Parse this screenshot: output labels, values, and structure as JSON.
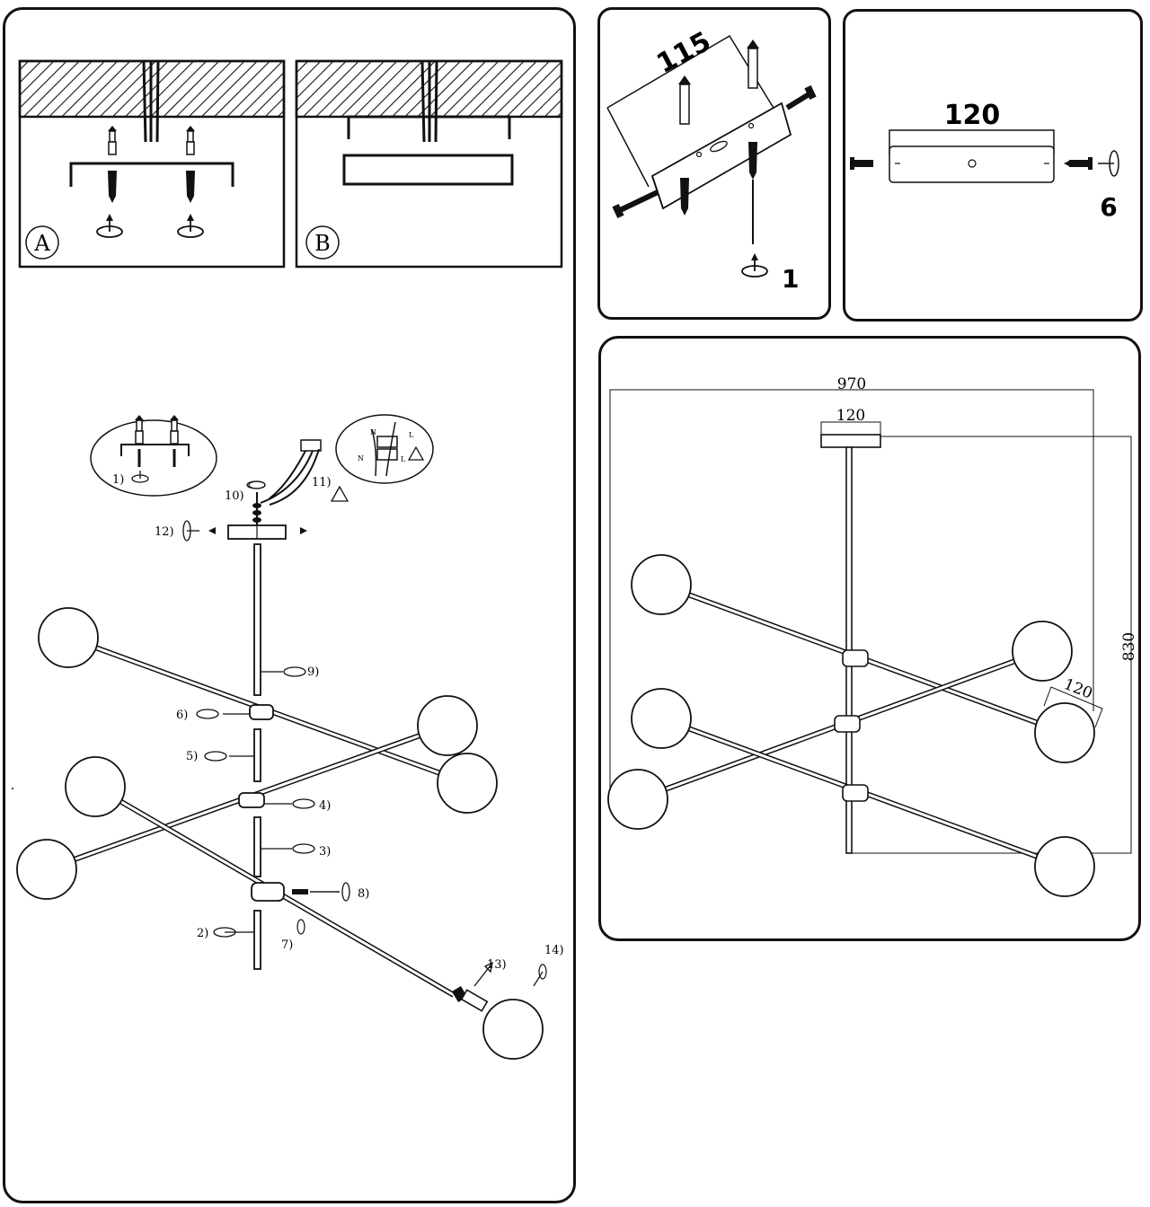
{
  "mounting": {
    "option_a": "A",
    "option_b": "B"
  },
  "assembly_steps": [
    {
      "num": "1)"
    },
    {
      "num": "2)"
    },
    {
      "num": "3)"
    },
    {
      "num": "4)"
    },
    {
      "num": "5)"
    },
    {
      "num": "6)"
    },
    {
      "num": "7)"
    },
    {
      "num": "8)"
    },
    {
      "num": "9)"
    },
    {
      "num": "10)"
    },
    {
      "num": "11)"
    },
    {
      "num": "12)"
    },
    {
      "num": "13)"
    },
    {
      "num": "14)"
    }
  ],
  "wiring": {
    "neutral": "N",
    "live": "L"
  },
  "bracket_detail": {
    "width": "115",
    "step": "1"
  },
  "canopy_detail": {
    "width": "120",
    "step": "6"
  },
  "dimensions": {
    "overall_width": "970",
    "canopy_width": "120",
    "overall_height": "830",
    "shade_diameter": "120"
  },
  "colors": {
    "line": "#111111",
    "background": "#ffffff"
  }
}
